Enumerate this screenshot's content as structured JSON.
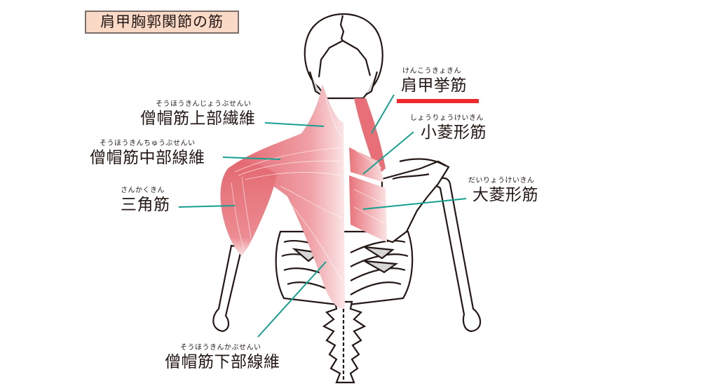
{
  "title": "肩甲胸郭関節の筋",
  "colors": {
    "title_bg": "#fbd9c7",
    "title_border": "#7a6f6a",
    "leader_line": "#15a090",
    "highlight_underline": "#ee2a2f",
    "muscle": "#e8737a",
    "bone_outline": "#231815",
    "bone_shadow": "#d6d6d6"
  },
  "labels": [
    {
      "id": "upper-trapezius",
      "ruby": "そうほうきんじょうぶせんい",
      "name": "僧帽筋上部繊維"
    },
    {
      "id": "middle-trapezius",
      "ruby": "そうほうきんちゅうぶせんい",
      "name": "僧帽筋中部線維"
    },
    {
      "id": "deltoid",
      "ruby": "さんかくきん",
      "name": "三角筋"
    },
    {
      "id": "lower-trapezius",
      "ruby": "そうほうきんかぶせんい",
      "name": "僧帽筋下部線維"
    },
    {
      "id": "levator-scapulae",
      "ruby": "けんこうきょきん",
      "name": "肩甲挙筋",
      "highlighted": true
    },
    {
      "id": "rhomboid-minor",
      "ruby": "しょうりょうけいきん",
      "name": "小菱形筋"
    },
    {
      "id": "rhomboid-major",
      "ruby": "だいりょうけいきん",
      "name": "大菱形筋"
    }
  ]
}
